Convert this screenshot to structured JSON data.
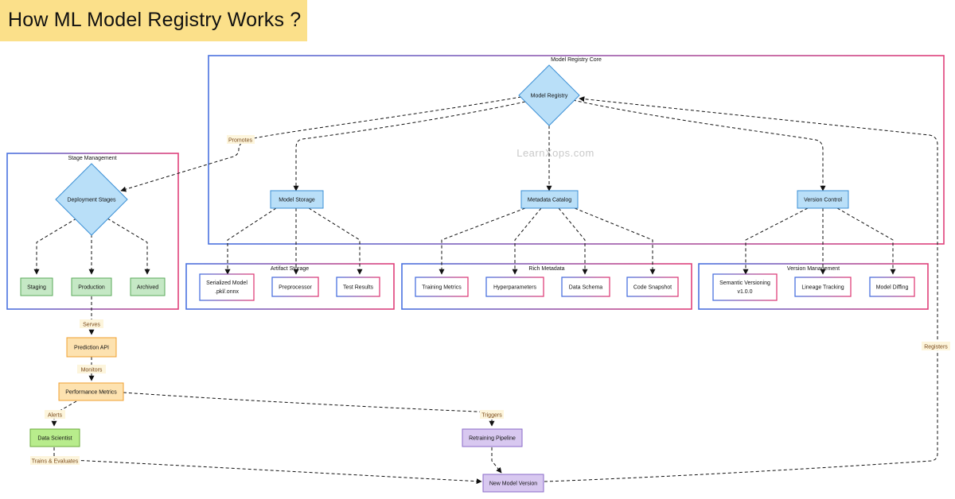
{
  "title": "How ML Model Registry Works ?",
  "watermark": "LearnXops.com",
  "groups": {
    "core": "Model Registry Core",
    "stage": "Stage Management",
    "artifact": "Artifact Storage",
    "metadata": "Rich Metadata",
    "version": "Version Management"
  },
  "nodes": {
    "model_registry": "Model Registry",
    "deployment_stages": "Deployment Stages",
    "model_storage": "Model Storage",
    "metadata_catalog": "Metadata Catalog",
    "version_control": "Version Control",
    "staging": "Staging",
    "production": "Production",
    "archived": "Archived",
    "serialized_model_line1": "Serialized Model",
    "serialized_model_line2": ".pkl/.onnx",
    "preprocessor": "Preprocessor",
    "test_results": "Test Results",
    "training_metrics": "Training Metrics",
    "hyperparameters": "Hyperparameters",
    "data_schema": "Data Schema",
    "code_snapshot": "Code Snapshot",
    "semantic_versioning_line1": "Semantic Versioning",
    "semantic_versioning_line2": "v1.0.0",
    "lineage_tracking": "Lineage Tracking",
    "model_diffing": "Model Diffing",
    "prediction_api": "Prediction API",
    "performance_metrics": "Performance Metrics",
    "data_scientist": "Data Scientist",
    "retraining_pipeline": "Retraining Pipeline",
    "new_model_version": "New Model Version"
  },
  "edge_labels": {
    "promotes": "Promotes",
    "serves": "Serves",
    "monitors": "Monitors",
    "alerts": "Alerts",
    "triggers": "Triggers",
    "trains_evaluates": "Trains & Evaluates",
    "registers": "Registers"
  },
  "colors": {
    "banner": "#fbe08a",
    "group_border_start": "#4a72e0",
    "group_border_end": "#e0407a",
    "blue_fill": "#b9dff8",
    "blue_stroke": "#3a8fd6",
    "green_fill": "#c5e8c5",
    "green_stroke": "#5aaa5a",
    "orange_fill": "#fde2b0",
    "orange_stroke": "#f0a030",
    "lime_fill": "#b8ec8c",
    "lime_stroke": "#6aaa3a",
    "purple_fill": "#d8c8f0",
    "purple_stroke": "#8a6ac8",
    "edge_label_bg": "#fdf5dc"
  }
}
